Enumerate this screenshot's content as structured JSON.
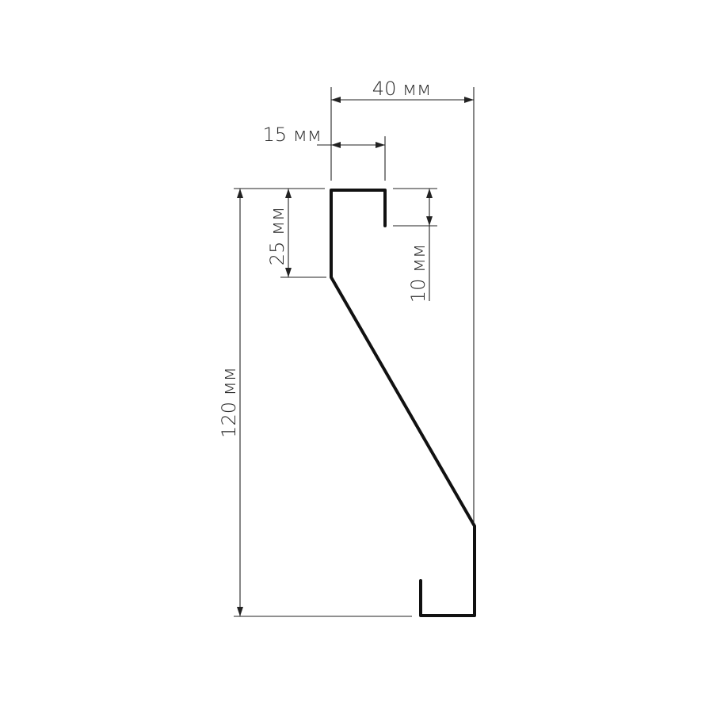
{
  "dimensions": {
    "width_total": "40 мм",
    "lip_width": "15 мм",
    "top_vertical": "25 мм",
    "lip_height": "10 мм",
    "total_height": "120 мм"
  },
  "colors": {
    "profile": "#111111",
    "dimension_lines": "#222222",
    "text": "#2a2a2a",
    "background": "#ffffff"
  }
}
